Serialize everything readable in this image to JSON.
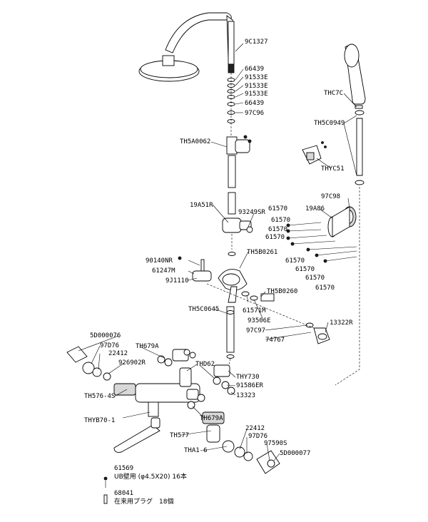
{
  "labels": {
    "p9C1327": "9C1327",
    "p66439a": "66439",
    "p91533Ea": "91533E",
    "p91533Eb": "91533E",
    "p91533Ec": "91533E",
    "p66439b": "66439",
    "p97C96": "97C96",
    "pTH5A0062": "TH5A0062",
    "p19A51R": "19A51R",
    "p93249SR": "93249SR",
    "pTHC7C": "THC7C",
    "pTH5C0949": "TH5C0949",
    "pTHYC51": "THYC51",
    "p97C98": "97C98",
    "p19A86": "19A86",
    "p61570a": "61570",
    "p61570b": "61570",
    "p61570c": "61570",
    "p61570d": "61570",
    "p61570e": "61570",
    "p61570f": "61570",
    "p61570g": "61570",
    "p61570h": "61570",
    "p90140NR": "90140NR",
    "p61247M": "61247M",
    "pTH5B0261": "TH5B0261",
    "p9J1110": "9J1110",
    "pTH5B0260": "TH5B0260",
    "pTH5C0645": "TH5C0645",
    "p61571M": "61571M",
    "p93506E": "93506E",
    "p97C97": "97C97",
    "p13322R": "13322R",
    "p74767": "74767",
    "p5D000076": "5D000076",
    "p97D76a": "97D76",
    "p22412a": "22412",
    "pTH679Aa": "TH679A",
    "p926902R": "926902R",
    "pTHD62": "THD62",
    "pTHY730": "THY730",
    "p91586ER": "91586ER",
    "p13323": "13323",
    "pTH576_4S": "TH576-4S",
    "pTHYB70_1": "THYB70-1",
    "pTH679Ab": "TH679A",
    "pTH577": "TH577",
    "pTHA1_6": "THA1-6",
    "p22412b": "22412",
    "p97D76b": "97D76",
    "p97590S": "97590S",
    "p5D000077": "5D000077",
    "p61569": "61569",
    "note61569": "UB壁用 (φ4.5X20) 16本",
    "p68041": "68041",
    "note68041": "在来用プラグ　18個"
  }
}
